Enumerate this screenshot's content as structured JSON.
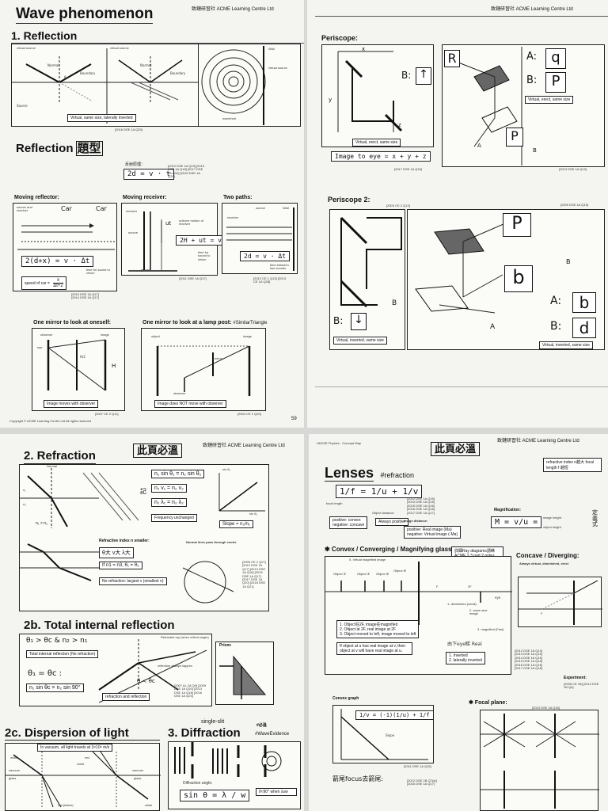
{
  "top_left": {
    "header": "致鏈研習社 ACME Learning Centre Ltd",
    "title": "Wave phenomenon",
    "section_reflection": "1. Reflection",
    "fig_labels": {
      "virtual_source": "virtual source",
      "normal": "Normal",
      "boundary": "Boundary",
      "source": "Source",
      "wall": "Wall",
      "wavefront": "wavefront",
      "theta": "θ"
    },
    "note_virtual": "Virtual, same size, laterally inverted",
    "ref_2016": "[2016 DSE 1A Q20]",
    "reflection_type": "Reflection",
    "reflection_type_cn": "題型",
    "echo_label": "反射原理：",
    "echo_eq": "2d = v · t",
    "echo_refs": "[2012 DSE 1A Q19] [2013 DSE 1A Q18] [2017 DSE 1A Q19] [2018 DSE 1A Q20]",
    "moving_reflector": "Moving reflector:",
    "moving_receiver": "Moving receiver:",
    "two_paths": "Two paths:",
    "car": "Car",
    "source_receiver": "source and receiver",
    "eq_reflector": "2(d+x) = v · Δt",
    "speed_car": "speed of car =",
    "speed_frac_top": "x",
    "speed_frac_bot": "Δt+2",
    "time_sound": "time for sound to return",
    "refs_reflector": "[2013 DSE 1A Q17] [2014 DSE 1A Q17]",
    "receiver": "receiver",
    "source": "source",
    "ground": "ground",
    "ut": "ut",
    "uniform_motion": "uniform motion of receiver",
    "eq_receiver": "2H + ut = vt",
    "time_sound2": "time for sound to return",
    "ref_receiver": "[2011 DSE 1A Q17]",
    "wall": "Wall",
    "eq_twopaths": "2d = v · Δt",
    "time_between": "time between two sounds",
    "refs_twopaths": "[2012 CE 1 Q13] [2013 CE 1A Q28]",
    "one_mirror": "One mirror to look at oneself:",
    "lamp_post": "One mirror to look at a lamp post:",
    "similar": "#SimilarTriangle",
    "observer": "observer",
    "image": "image",
    "object": "object",
    "mirror": "mirror",
    "eye": "eye",
    "h_half": "H/2",
    "H": "H",
    "note_moves": "Image moves with observer",
    "note_not_moves": "Image does NOT move with observer",
    "ref_mirror": "[2007 CE 2 Q11]",
    "ref_lamp": "[2004 CE 2 Q20]",
    "copyright": "Copyright © ACME Learning Centre Ltd All rights reserved",
    "page": "59"
  },
  "top_right": {
    "header": "致鏈研習社 ACME Learning Centre Ltd",
    "periscope": "Periscope:",
    "x": "x",
    "y": "y",
    "z": "z",
    "b_label": "B:",
    "b_arrow": "↑",
    "a_label": "A:",
    "a_letter": "q",
    "b_letter": "P",
    "r_letter": "R",
    "p_letter": "P",
    "note_virtual_erect": "Virtual, erect, same size",
    "note_virtual_erect2": "Virtual, erect, same size",
    "image_to_eye": "Image to eye = x + y + z",
    "ref_periscope": "[2017 DSE 1A Q15]",
    "ref_periscope2": "[2013 DSE 1A Q19]",
    "periscope2": "Periscope 2:",
    "ref_p2": "[2003 CE 2 Q13]",
    "ref_p2b": "[2009 DSE 1A Q15]",
    "b2_arrow": "↓",
    "a2_letter": "b",
    "b2_letter": "d",
    "big_p": "P",
    "big_b": "b",
    "note_inverted": "Virtual, inverted, same size",
    "note_inverted2": "Virtual, inverted, same size",
    "A": "A",
    "B": "B"
  },
  "bottom_left": {
    "header": "致鏈研習社 ACME Learning Centre Ltd",
    "must_review": "此頁必溫",
    "refraction": "2. Refraction",
    "normal": "Normal",
    "n1": "n₁",
    "n2": "n₂",
    "n1_gt_n2": "n₁ > n₂",
    "snell": "n₁ sin θ₁ = n₂ sin θ₂",
    "n_v": "n₁ v₁ = n₂ v₂",
    "n_lambda": "n₁ λ₁ = n₂ λ₂",
    "freq_unchanged": "Frequency unchanged",
    "remember": "記",
    "slope": "Slope = n₂/n₁",
    "sin_theta1": "sin θ₁",
    "sin_theta2": "sin θ₂",
    "index_smaller": "Refractive index n smaller:",
    "bigger": "θ大  v大  λ大",
    "same_n": "If n1 = n3, θ₁ = θ₃",
    "no_refraction": "No refraction: largest v (smallest n)",
    "normal_lines": "Normal lines pass through centre",
    "refs_refraction": "[2009 CE 2 Q27] [2012 DSE 1A Q17] [2013 DSE 1A Q16] [2015 DSE 1A Q17] [2017 DSE 1A Q20] [2018 DSE 1A Q21]",
    "tir": "2b. Total internal reflection",
    "tir_cond": "θ₁ > θc & n₂ > n₁",
    "total_ir": "Total internal reflection (No refraction)",
    "critical_eq": "θ₁ = θc :",
    "critical_snell": "n₁ sin θc = n₂ sin 90°",
    "refracted_ray": "Refracted ray (when critical angle)",
    "reflection_always": "reflection always happen",
    "refraction_and_reflection": "refraction and reflection",
    "theta_lt": "θ < θc",
    "prism": "Prism:",
    "refs_tir": "[2007 AL 2A Q9] [2009 DSE 1A Q20] [2013 DSE 1A Q18] [2016 DSE 1A Q23]",
    "dispersion": "2c. Dispersion of light",
    "same_speed": "In vacuum, all light travels at  3×10⁸ m/s",
    "white": "white",
    "red": "red",
    "violet": "violet",
    "vacuum": "vacuum",
    "glass": "glass",
    "red_faster": "red (faster)",
    "diffraction": "3. Diffraction",
    "single_slit": "single-slit",
    "must": "#必溫",
    "wave_evidence": "#WaveEvidence",
    "diffraction_angle": "Diffraction angle:",
    "diffraction_eq": "sin θ = λ / w",
    "approx90": "θ≈90° when λ≥w"
  },
  "bottom_right": {
    "concept_map": "HKDSE Physics - Concept Map",
    "header": "致鏈研習社 ACME Learning Centre Ltd",
    "must_review": "此頁必溫",
    "lenses": "Lenses",
    "refraction_tag": "#refraction",
    "index_note": "refractive index n越大 focal length f 越短",
    "lens_eq": "1/f = 1/u + 1/v",
    "lens_refs": "[2012 DSE 1A Q15] [2013 DSE 1A Q16] [2015 DSE 1A Q16] [2016 DSE 1A Q16] [2017 DSE 1A Q17]",
    "focal_length": "focal length",
    "object_distance": "Object distance",
    "always_positive": "Always positive",
    "image_distance": "Image distance:",
    "image_real": "positive: Real image (Ma)",
    "image_virtual": "negative: Virtual image (-Ma)",
    "pos_convex": "positive: convex",
    "neg_concave": "negative: concave",
    "magnification": "Magnification:",
    "mag_eq": "M = v/u = ",
    "image_height": "image height",
    "object_height": "object height",
    "definition": "定義式",
    "convex_title": "✱ Convex / Converging / Magnifying glass:",
    "ray_note": "詳細Ray diagrams請睇 ACME 2.3 part 2 notes",
    "virtual_magnified": "5. Virtual magnified image",
    "concave_title": "Concave / Diverging:",
    "concave_desc": "Always virtual, diminished, erect",
    "obj1": "Object ①",
    "obj2": "Object ②",
    "obj3": "Object ③",
    "obj4": "Object ④",
    "F": "F",
    "twoF": "2F",
    "diminished": "1. diminished (small)",
    "same_size": "2. same size image",
    "magnified": "3. magnified (Fast)",
    "eye": "eye",
    "rule1": "1. Object在2F, image在magnified",
    "rule2": "2. Object at 2F, real image at 2F",
    "rule3": "3. Object moved to left, image moved to left",
    "real_note": "If object at u has real image at v, then object at v will have real image at u.",
    "real_image_cn": "由下eye睇 Real",
    "inverted1": "1. Inverted",
    "inverted2": "2. laterally inverted",
    "refs_convex": "[2012 DSE 1A Q14] [2013 DSE 1A Q15] [2014 DSE 1A Q15] [2015 DSE 1A Q16] [2016 DSE 1A Q16] [2017 DSE 1A Q18]",
    "experiment": "Experiment:",
    "exp_refs": "[2008 CE 1B] [2012 DSE 1B Q4]",
    "convex_graph": "Convex graph",
    "graph_eq": "1/v = (-1)(1/u) + 1/f",
    "slope": "Slope",
    "focal_plane": "✱ Focal plane:",
    "graph_ref": "[2011 DSE 1A Q15]",
    "focal_ref": "[2013 DSE 1A Q16]",
    "bottom_cn": "箭尾focus去箭尾:",
    "bottom_refs": "[2012 DSE 1B Q7(a)] [2016 DSE 1A Q17]"
  }
}
